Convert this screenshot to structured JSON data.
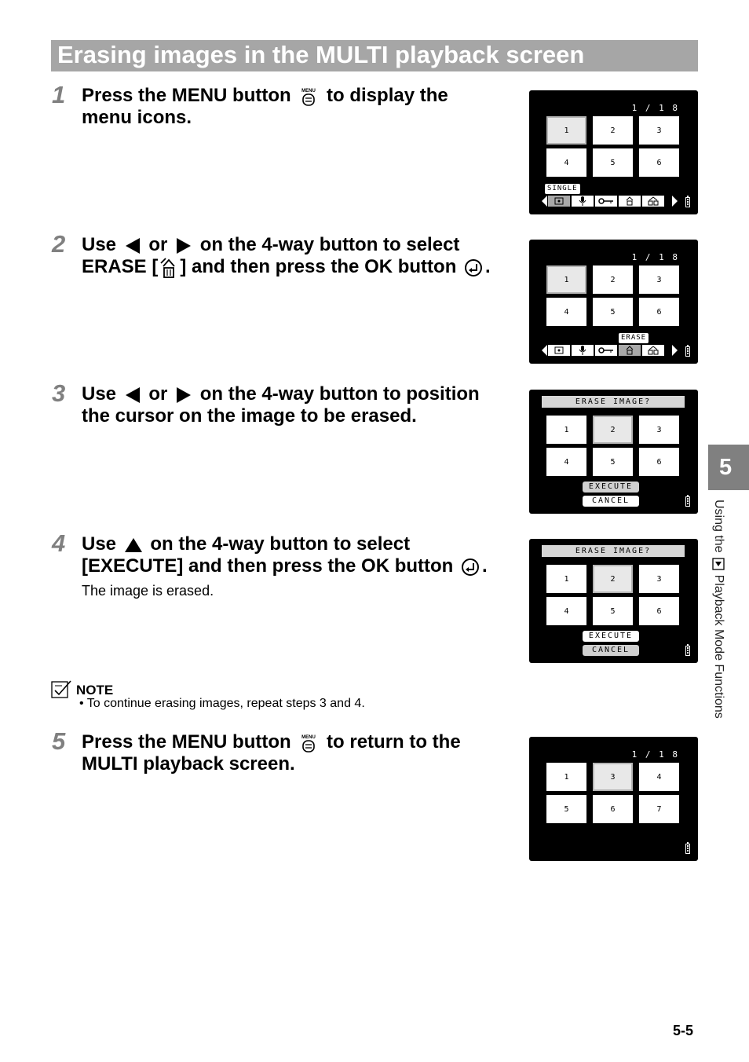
{
  "title": "Erasing images in the MULTI playback screen",
  "steps": [
    {
      "num": "1",
      "line1_a": "Press the MENU button",
      "line1_b": "to display the",
      "line2": "menu icons."
    },
    {
      "num": "2",
      "line1_a": "Use",
      "line1_b": "or",
      "line1_c": "on the 4-way button to select",
      "line2_a": "ERASE [",
      "line2_b": "] and then press the OK button",
      "line2_c": "."
    },
    {
      "num": "3",
      "line1_a": "Use",
      "line1_b": "or",
      "line1_c": "on the 4-way button to position",
      "line2": "the cursor on the image to be erased."
    },
    {
      "num": "4",
      "line1_a": "Use",
      "line1_b": "on the 4-way button to select",
      "line2_a": "[EXECUTE] and then press the OK button",
      "line2_b": ".",
      "sub": "The image is erased."
    },
    {
      "num": "5",
      "line1_a": "Press the MENU button",
      "line1_b": "to return to the",
      "line2": "MULTI playback screen."
    }
  ],
  "icons": {
    "menu_label": "MENU"
  },
  "note": {
    "title": "NOTE",
    "text": "• To continue erasing images, repeat steps 3 and 4."
  },
  "screens": {
    "s1": {
      "counter": "1 / 1 8",
      "cells": [
        "1",
        "2",
        "3",
        "4",
        "5",
        "6"
      ],
      "tag": "SINGLE"
    },
    "s2": {
      "counter": "1 / 1 8",
      "cells": [
        "1",
        "2",
        "3",
        "4",
        "5",
        "6"
      ],
      "tag": "ERASE"
    },
    "s3": {
      "banner": "ERASE IMAGE?",
      "cells": [
        "1",
        "2",
        "3",
        "4",
        "5",
        "6"
      ],
      "execute": "EXECUTE",
      "cancel": "CANCEL"
    },
    "s4": {
      "banner": "ERASE IMAGE?",
      "cells": [
        "1",
        "2",
        "3",
        "4",
        "5",
        "6"
      ],
      "execute": "EXECUTE",
      "cancel": "CANCEL"
    },
    "s5": {
      "counter": "1 / 1 8",
      "cells": [
        "1",
        "3",
        "4",
        "5",
        "6",
        "7"
      ]
    }
  },
  "side": {
    "chapter": "5",
    "text_a": "Using the",
    "text_b": "Playback Mode Functions"
  },
  "page_number": "5-5"
}
